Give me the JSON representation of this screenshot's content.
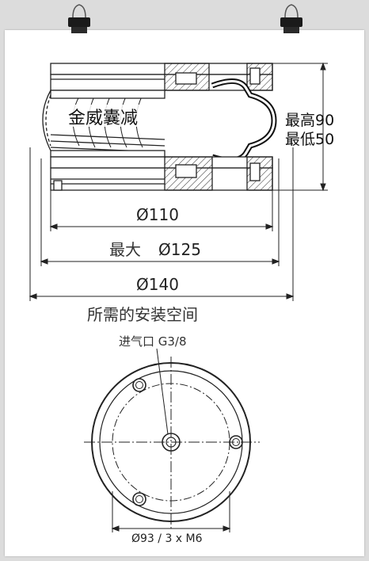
{
  "drawing": {
    "overlay_title": "金威囊减",
    "height_max": "最高90",
    "height_min": "最低50",
    "dim_110": "Ø110",
    "dim_125_prefix": "最大",
    "dim_125": "Ø125",
    "dim_140": "Ø140",
    "space_required": "所需的安装空间",
    "inlet_label": "进气口 G3/8",
    "bolt_circle": "Ø93 / 3 x M6"
  },
  "colors": {
    "ink": "#222222",
    "sheet": "#ffffff",
    "background": "#dcdcdc"
  }
}
